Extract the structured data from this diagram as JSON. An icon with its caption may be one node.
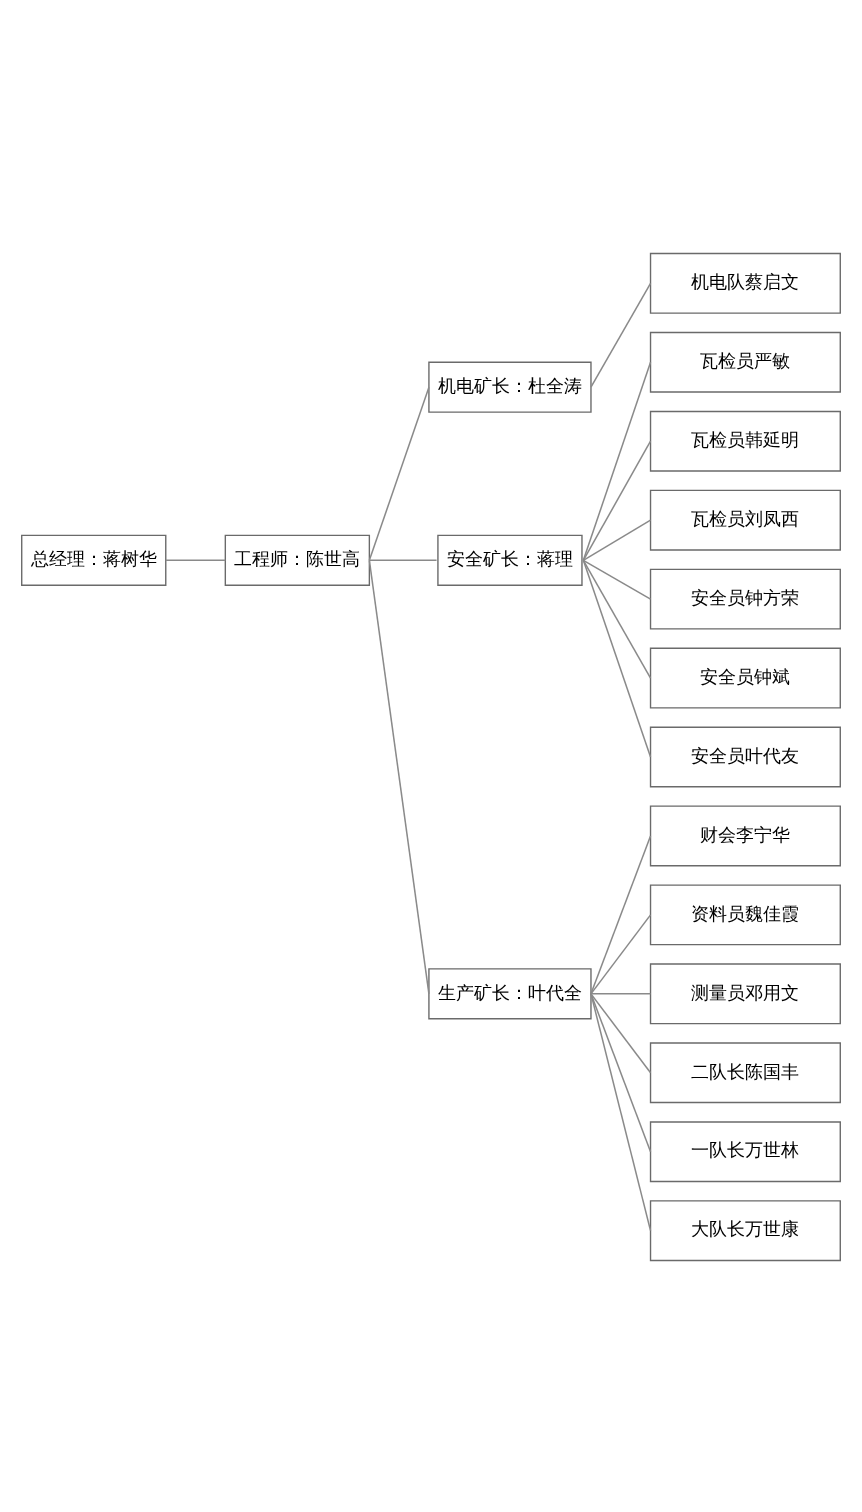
{
  "diagram": {
    "nodes": [
      {
        "text": [
          "总经理：蒋树华"
        ]
      },
      {
        "text": [
          "工程师：陈世高"
        ]
      },
      {
        "text": [
          "机电矿长：杜全涛"
        ]
      },
      {
        "text": [
          "机电队蔡启文"
        ]
      },
      {
        "text": [
          "安全矿长：蒋理"
        ]
      },
      {
        "text": [
          "瓦检员严敏"
        ]
      },
      {
        "text": [
          "瓦检员韩延明"
        ]
      },
      {
        "text": [
          "瓦检员刘凤西"
        ]
      },
      {
        "text": [
          "安全员钟方荣"
        ]
      },
      {
        "text": [
          "安全员钟斌"
        ]
      },
      {
        "text": [
          "安全员叶代友"
        ]
      },
      {
        "text": [
          "生产矿长：叶代全"
        ]
      },
      {
        "text": [
          "财会李宁华"
        ]
      },
      {
        "text": [
          "资料员魏佳霞"
        ]
      },
      {
        "text": [
          "测量员邓用文"
        ]
      },
      {
        "text": [
          "二队长陈国丰"
        ]
      },
      {
        "text": [
          "一队长万世林"
        ]
      },
      {
        "text": [
          "大队长万世康"
        ]
      }
    ],
    "edges": [
      {
        "from": 0,
        "to": 1,
        "arrow": "none"
      },
      {
        "from": 1,
        "to": 2,
        "arrow": "none"
      },
      {
        "from": 1,
        "to": 4,
        "arrow": "none"
      },
      {
        "from": 1,
        "to": 11,
        "arrow": "none"
      },
      {
        "from": 2,
        "to": 3,
        "arrow": "none"
      },
      {
        "from": 4,
        "to": 5,
        "arrow": "none"
      },
      {
        "from": 4,
        "to": 6,
        "arrow": "none"
      },
      {
        "from": 4,
        "to": 7,
        "arrow": "none"
      },
      {
        "from": 4,
        "to": 8,
        "arrow": "none"
      },
      {
        "from": 4,
        "to": 9,
        "arrow": "none"
      },
      {
        "from": 4,
        "to": 10,
        "arrow": "none"
      },
      {
        "from": 11,
        "to": 12,
        "arrow": "none"
      },
      {
        "from": 11,
        "to": 13,
        "arrow": "none"
      },
      {
        "from": 11,
        "to": 14,
        "arrow": "none"
      },
      {
        "from": 11,
        "to": 15,
        "arrow": "none"
      },
      {
        "from": 11,
        "to": 16,
        "arrow": "none"
      },
      {
        "from": 11,
        "to": 17,
        "arrow": "none"
      }
    ]
  }
}
